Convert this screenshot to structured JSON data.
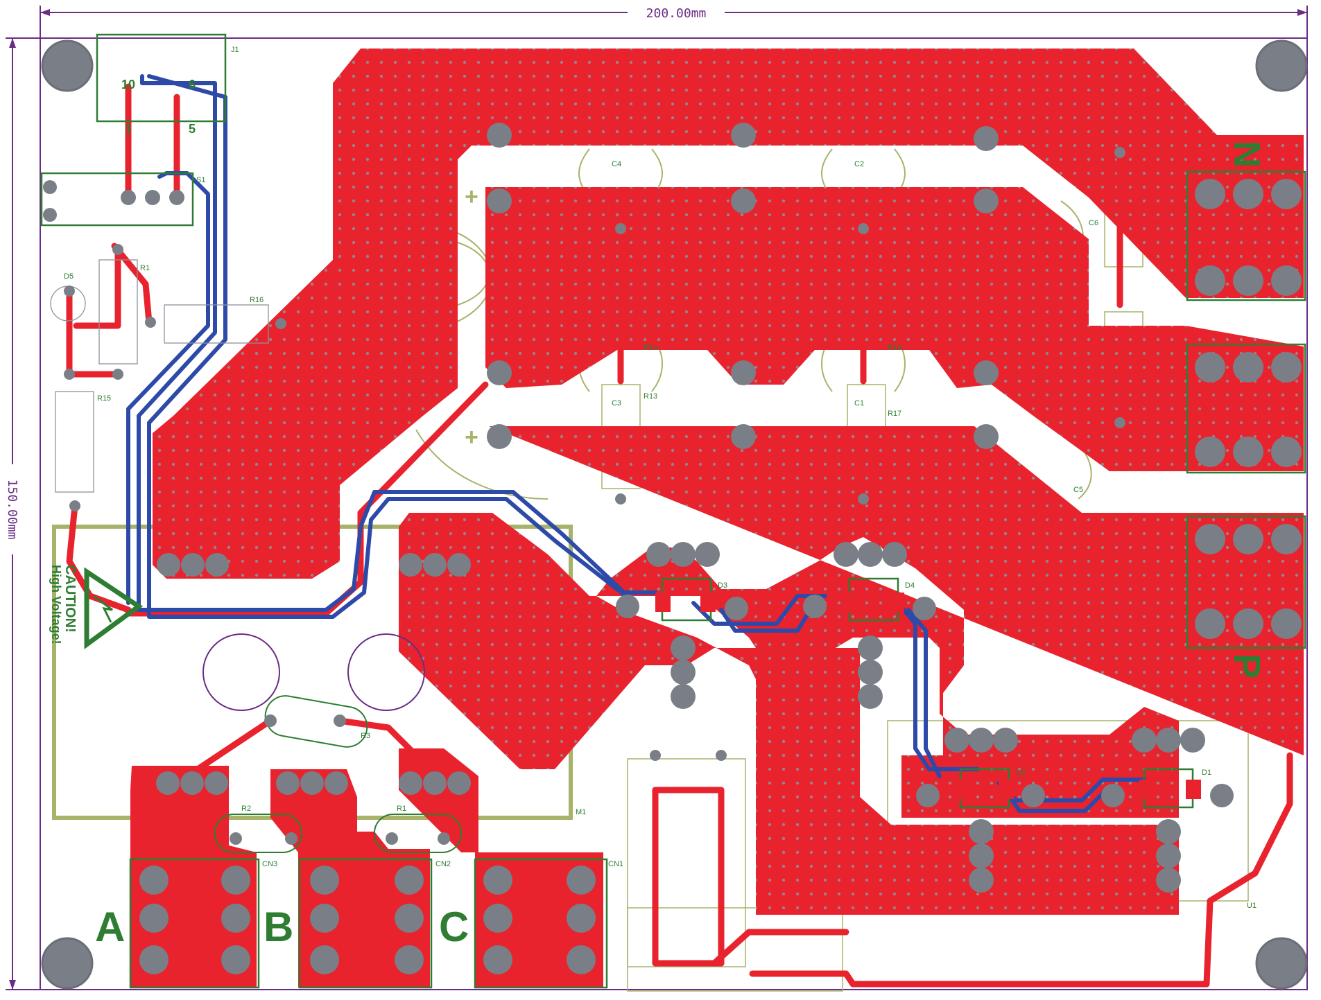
{
  "board": {
    "width_label": "200.00mm",
    "height_label": "150.00mm",
    "colors": {
      "copper_top": "#e8232e",
      "trace_bottom": "#2e4aa8",
      "silkscreen": "#2e7d32",
      "outline": "#6a2c86",
      "pad": "#7a7f87",
      "fab": "#a8b36a"
    }
  },
  "connectors": {
    "j1": {
      "ref": "J1",
      "pin10": "10",
      "pin6": "6",
      "pin1": "1",
      "pin5": "5"
    },
    "s1": {
      "ref": "S1"
    }
  },
  "terminals": {
    "a": "A",
    "b": "B",
    "c": "C",
    "n": "N",
    "p": "P"
  },
  "caution": {
    "line1": "CAUTION!",
    "line2": "High Voltage!"
  },
  "refs": {
    "d5": "D5",
    "r1": "R1",
    "r16": "R16",
    "r15": "R15",
    "r14": "R14",
    "r13": "R13",
    "r18": "R18",
    "r17": "R17",
    "c4": "C4",
    "c2": "C2",
    "c3": "C3",
    "c1": "C1",
    "c5": "C5",
    "c6": "C6",
    "d1": "D1",
    "d2": "D2",
    "d3": "D3",
    "d4": "D4",
    "r2": "R2",
    "r1b": "R1",
    "r3": "R3",
    "cn1": "CN1",
    "cn2": "CN2",
    "cn3": "CN3",
    "m1": "M1",
    "u1": "U1",
    "plus": "+"
  }
}
